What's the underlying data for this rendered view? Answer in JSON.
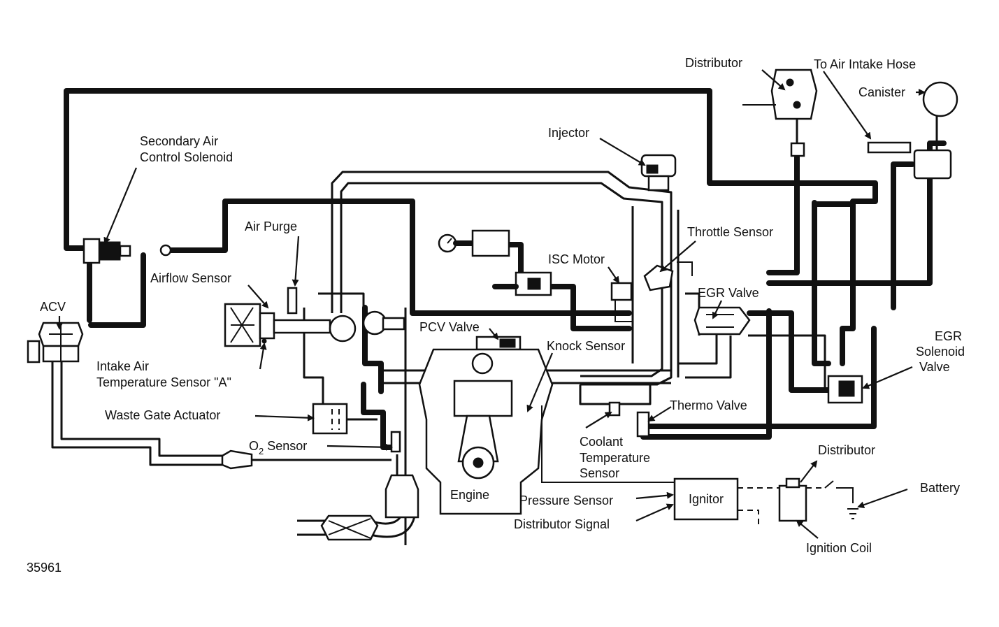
{
  "labels": {
    "distributor_top": "Distributor",
    "to_air_intake_hose": "To Air Intake Hose",
    "canister": "Canister",
    "injector": "Injector",
    "secondary_air_1": "Secondary Air",
    "secondary_air_2": "Control Solenoid",
    "air_purge": "Air Purge",
    "throttle_sensor": "Throttle Sensor",
    "isc_motor": "ISC Motor",
    "airflow_sensor": "Airflow Sensor",
    "egr_valve": "EGR Valve",
    "acv": "ACV",
    "pcv_valve": "PCV Valve",
    "knock_sensor": "Knock Sensor",
    "egr_solenoid_1": "EGR",
    "egr_solenoid_2": "Solenoid",
    "egr_solenoid_3": "Valve",
    "intake_air_temp_1": "Intake Air",
    "intake_air_temp_2": "Temperature Sensor \"A\"",
    "thermo_valve": "Thermo Valve",
    "waste_gate_actuator": "Waste Gate Actuator",
    "o2_sensor_main": "O",
    "o2_sensor_sub": "2",
    "o2_sensor_rest": " Sensor",
    "coolant_1": "Coolant",
    "coolant_2": "Temperature",
    "coolant_3": "Sensor",
    "distributor_bottom": "Distributor",
    "battery": "Battery",
    "ignitor": "Ignitor",
    "engine": "Engine",
    "pressure_sensor": "Pressure Sensor",
    "distributor_signal": "Distributor Signal",
    "ignition_coil": "Ignition Coil",
    "figure_id": "35961"
  }
}
